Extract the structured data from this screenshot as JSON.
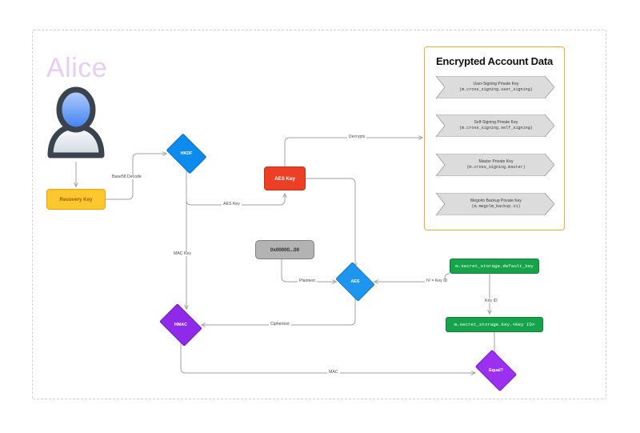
{
  "diagram": {
    "title": "Alice",
    "avatar_icon": "user-avatar-icon",
    "nodes": {
      "recovery_key": "Recovery Key",
      "hkdf": "HKDF",
      "aes_key": "AES Key",
      "zero_block": "0x00000...00",
      "aes": "AES",
      "hmac": "HMAC",
      "equal": "Equal?",
      "default_key": "m.secret_storage.default_key",
      "storage_key": "m.secret_storage.key.<Key ID>"
    },
    "edge_labels": {
      "base58_decode": "Base58 Decode",
      "aes_key": "AES Key",
      "mac_key": "MAC Key",
      "decrypts": "Decrypts",
      "plaintext": "Plaintext",
      "iv_key_id": "IV = Key ID",
      "key_id": "Key ID",
      "ciphertext": "Ciphertext",
      "mac": "MAC"
    },
    "panel": {
      "title": "Encrypted Account Data",
      "items": [
        {
          "name": "User-Signing Private Key",
          "event": "(m.cross_signing.user_signing)"
        },
        {
          "name": "Self-Signing Private Key",
          "event": "(m.cross_signing.self_signing)"
        },
        {
          "name": "Master Private Key",
          "event": "(m.cross_signing.master)"
        },
        {
          "name": "Megolm Backup Private Key",
          "event": "(m.megolm_backup.v1)"
        }
      ]
    },
    "colors": {
      "frame_border": "#d9c8ee",
      "panel_border": "#f0ad2e",
      "recovery_key": "#fdc72f",
      "aes_key": "#eb4025",
      "hkdf": "#0d8bef",
      "aes": "#1e96f0",
      "hmac": "#8e2ae8",
      "equal": "#9b30f0",
      "green_box": "#17a34a",
      "zero_block": "#b3b3b3",
      "edge": "#a0a0a0",
      "title_text": "#e6cdf5"
    }
  }
}
